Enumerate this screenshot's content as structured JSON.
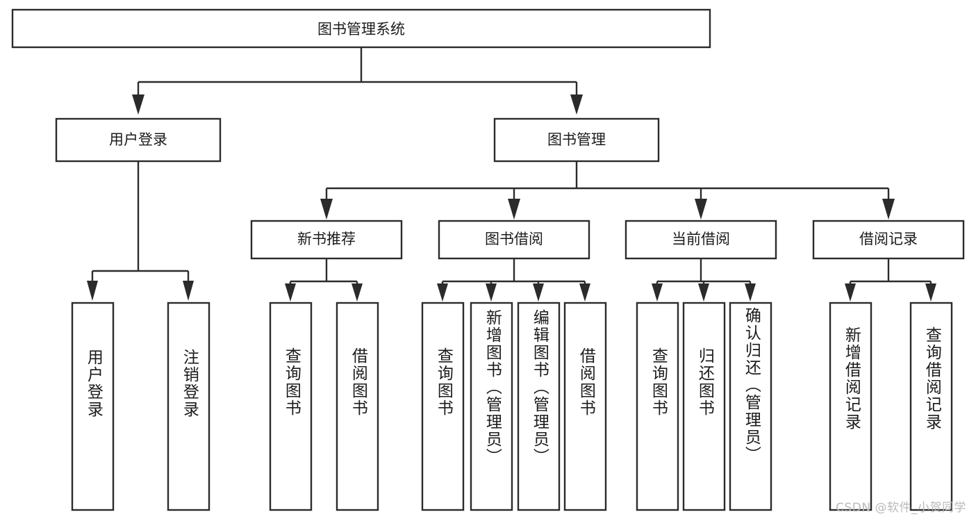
{
  "diagram": {
    "title": "图书管理系统",
    "type": "tree-hierarchy-diagram",
    "colors": {
      "node_border": "#2b2b2b",
      "node_fill": "#ffffff",
      "connector": "#2b2b2b",
      "text": "#1b1b1b",
      "watermark": "#b9b9b9",
      "background": "#ffffff"
    },
    "root": {
      "label": "图书管理系统"
    },
    "level2": [
      {
        "label": "用户登录"
      },
      {
        "label": "图书管理"
      }
    ],
    "level3": [
      {
        "label": "新书推荐"
      },
      {
        "label": "图书借阅"
      },
      {
        "label": "当前借阅"
      },
      {
        "label": "借阅记录"
      }
    ],
    "leaves": {
      "user_login": [
        {
          "label": "用户登录"
        },
        {
          "label": "注销登录"
        }
      ],
      "new_book_recommend": [
        {
          "label": "查询图书"
        },
        {
          "label": "借阅图书"
        }
      ],
      "book_borrow": [
        {
          "label": "查询图书"
        },
        {
          "label": "新增图书（管理员）"
        },
        {
          "label": "编辑图书（管理员）"
        },
        {
          "label": "借阅图书"
        }
      ],
      "current_borrow": [
        {
          "label": "查询图书"
        },
        {
          "label": "归还图书"
        },
        {
          "label": "确认归还（管理员）"
        }
      ],
      "borrow_record": [
        {
          "label": "新增借阅记录"
        },
        {
          "label": "查询借阅记录"
        }
      ]
    }
  },
  "watermark": {
    "text": "CSDN @软件_小贺同学"
  }
}
